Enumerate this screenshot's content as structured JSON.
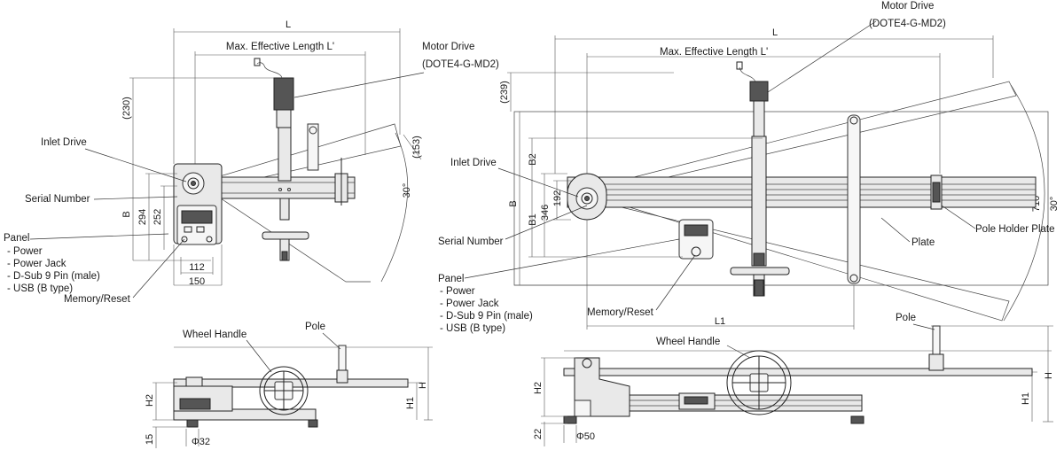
{
  "left_top": {
    "dim_L": "L",
    "dim_Lprime": "Max. Effective Length L'",
    "motor_drive_title": "Motor Drive",
    "motor_drive_model": "(DOTE4-G-MD2)",
    "inlet_drive": "Inlet Drive",
    "serial_number": "Serial Number",
    "panel_title": "Panel",
    "panel_items": [
      "- Power",
      "- Power Jack",
      "- D-Sub 9 Pin (male)",
      "- USB (B type)"
    ],
    "memory_reset": "Memory/Reset",
    "dim_230": "(230)",
    "dim_153": "(153)",
    "angle": "30°",
    "dim_B": "B",
    "dim_294": "294",
    "dim_252": "252",
    "dim_112": "112",
    "dim_150": "150"
  },
  "left_bottom": {
    "wheel_handle": "Wheel Handle",
    "pole": "Pole",
    "dim_H": "H",
    "dim_H1": "H1",
    "dim_H2": "H2",
    "dim_15": "15",
    "dim_phi": "Φ32"
  },
  "right_top": {
    "dim_L": "L",
    "dim_Lprime": "Max. Effective Length L'",
    "motor_drive_title": "Motor Drive",
    "motor_drive_model": "(DOTE4-G-MD2)",
    "inlet_drive": "Inlet Drive",
    "serial_number": "Serial Number",
    "panel_title": "Panel",
    "panel_items": [
      "- Power",
      "- Power Jack",
      "- D-Sub 9 Pin (male)",
      "- USB (B type)"
    ],
    "memory_reset": "Memory/Reset",
    "plate": "Plate",
    "pole_holder_plate": "Pole Holder Plate",
    "dim_239": "(239)",
    "dim_B": "B",
    "dim_B1": "B1",
    "dim_B2": "B2",
    "dim_346": "346",
    "dim_192": "192",
    "dim_710": "710",
    "angle": "30°",
    "dim_L1": "L1"
  },
  "right_bottom": {
    "wheel_handle": "Wheel Handle",
    "pole": "Pole",
    "dim_H": "H",
    "dim_H1": "H1",
    "dim_H2": "H2",
    "dim_22": "22",
    "dim_phi": "Φ50"
  }
}
